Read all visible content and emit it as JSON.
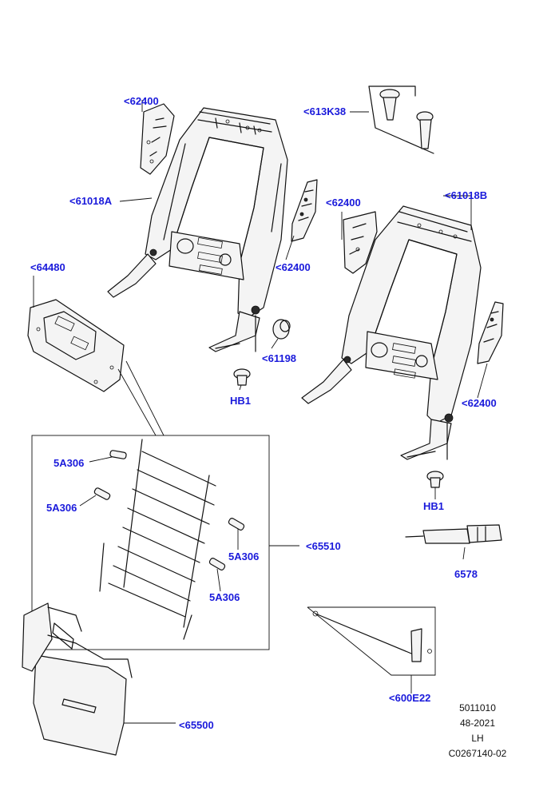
{
  "callouts": {
    "c_62400_tl": "<62400",
    "c_613k38": "<613K38",
    "c_61018a": "<61018A",
    "c_62400_mid": "<62400",
    "c_62400_cen": "<62400",
    "c_61018b": "<61018B",
    "c_64480": "<64480",
    "c_61198": "<61198",
    "c_hb1_a": "HB1",
    "c_62400_r": "<62400",
    "c_5a306_a": "5A306",
    "c_5a306_b": "5A306",
    "c_5a306_c": "5A306",
    "c_5a306_d": "5A306",
    "c_65510": "<65510",
    "c_hb1_b": "HB1",
    "c_6578": "6578",
    "c_600e22": "<600E22",
    "c_65500": "<65500"
  },
  "reference": {
    "line1": "5011010",
    "line2": "48-2021",
    "line3": "LH",
    "line4": "C0267140-02"
  }
}
